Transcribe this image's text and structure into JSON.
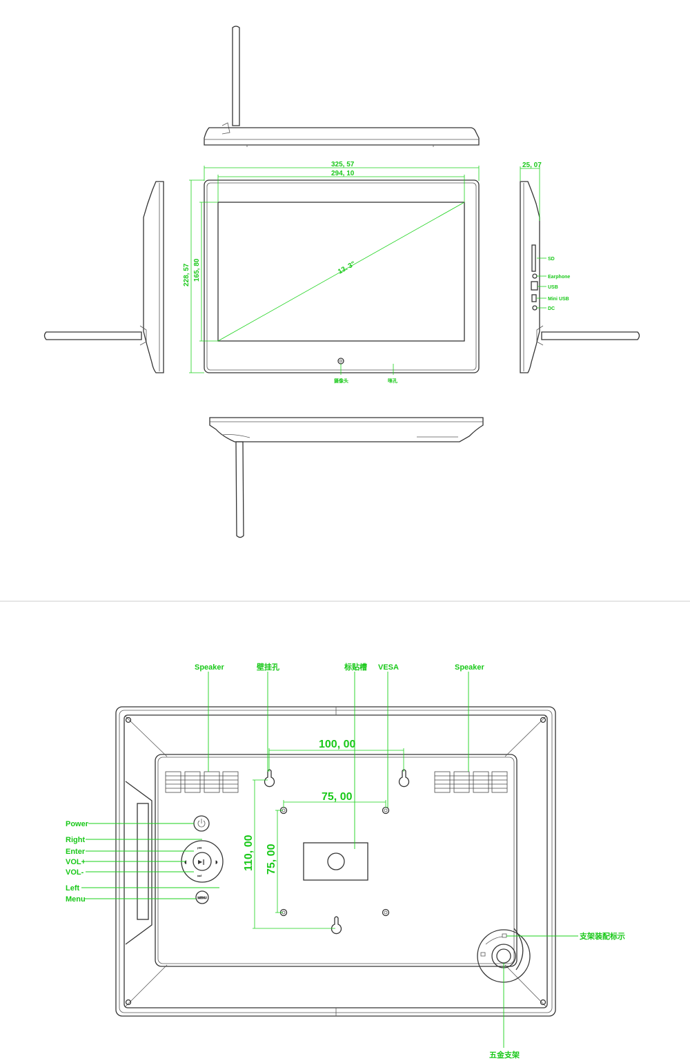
{
  "front_view": {
    "width_outer": "325, 57",
    "width_screen": "294, 10",
    "height_outer": "228, 57",
    "height_screen": "165, 80",
    "diagonal": "13. 3\"",
    "label_camera": "摄像头",
    "label_mic": "咪孔"
  },
  "side_view": {
    "depth": "25, 07",
    "ports": [
      "SD",
      "Earphone",
      "USB",
      "Mini USB",
      "DC"
    ]
  },
  "back_view": {
    "top_labels": {
      "speaker_left": "Speaker",
      "wall_mount_hole": "壁挂孔",
      "label_slot": "标贴槽",
      "vesa": "VESA",
      "speaker_right": "Speaker"
    },
    "buttons": [
      "Power",
      "Right",
      "Enter",
      "VOL+",
      "VOL-",
      "Left",
      "Menu"
    ],
    "menu_button_text": "MENU",
    "dim_wall_h": "100, 00",
    "dim_vesa_h": "75, 00",
    "dim_wall_v": "110, 00",
    "dim_vesa_v": "75, 00",
    "label_stand_mark": "支架装配标示",
    "label_stand": "五金支架"
  },
  "colors": {
    "annotation": "#19c819",
    "outline": "#333333"
  }
}
